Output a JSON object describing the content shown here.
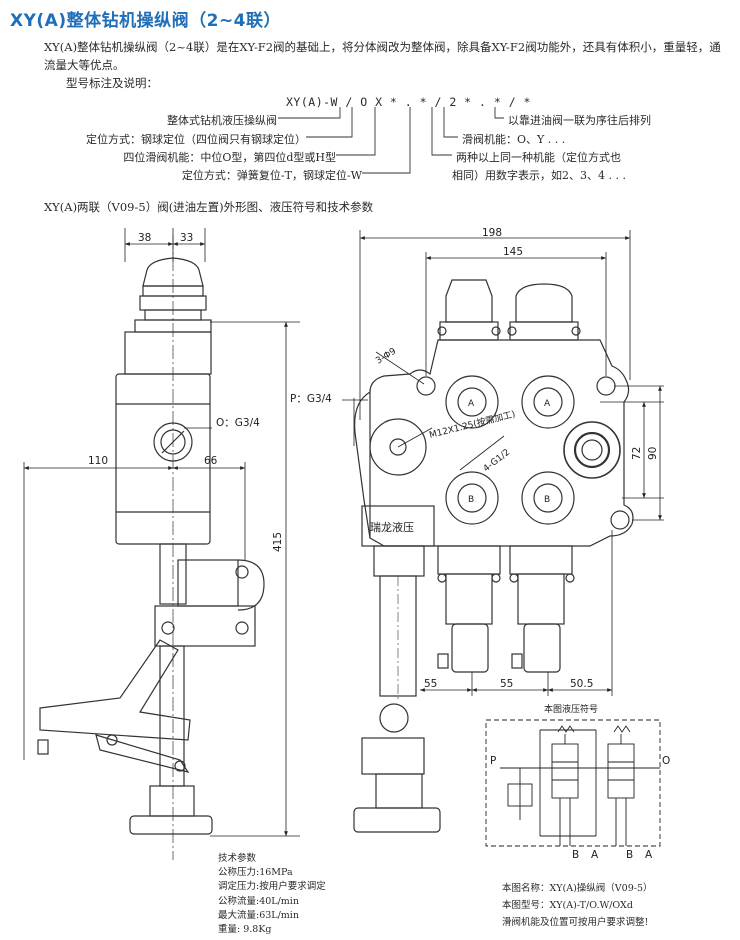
{
  "title": "XY(A)整体钻机操纵阀（2~4联）",
  "intro": "XY(A)整体钻机操纵阀（2~4联）是在XY-F2阀的基础上，将分体阀改为整体阀，除具备XY-F2阀功能外，还具有体积小，重量轻，通流量大等优点。",
  "model_heading": "型号标注及说明：",
  "model_code": "XY(A)-W / O X * . * / 2 * . * / *",
  "model_labels": {
    "integral": "整体式钻机液压操纵阀",
    "positioning1": "定位方式：钢球定位（四位阀只有钢球定位）",
    "four_pos": "四位滑阀机能：中位O型，第四位d型或H型",
    "positioning2": "定位方式：弹簧复位-T，钢球定位-W",
    "order": "以靠进油阀一联为序往后排列",
    "slide": "滑阀机能：O、Y . . .",
    "same_line1": "两种以上同一种机能（定位方式也",
    "same_line2": "相同）用数字表示，如2、3、4 . . ."
  },
  "drawing_heading": "XY(A)两联（V09-5）阀(进油左置)外形图、液压符号和技术参数",
  "dims": {
    "d38": "38",
    "d33": "33",
    "d110": "110",
    "d66": "66",
    "d415": "415",
    "d198": "198",
    "d145": "145",
    "d72": "72",
    "d90": "90",
    "d55a": "55",
    "d55b": "55",
    "d50_5": "50.5"
  },
  "annotations": {
    "port_o": "O：G3/4",
    "port_p": "P：G3/4",
    "holes": "3-Φ9",
    "thread": "M12X1.25(按需加工)",
    "ports": "4-G1/2",
    "port_a": "A",
    "port_b": "B",
    "brand": "瑞龙液压"
  },
  "symbol": {
    "title": "本图液压符号",
    "p": "P",
    "o": "O",
    "b1": "B",
    "a1": "A",
    "b2": "B",
    "a2": "A"
  },
  "tech": {
    "heading": "技术参数",
    "pressure": "公称压力:16MPa",
    "adjust": "调定压力:按用户要求调定",
    "flow": "公称流量:40L/min",
    "max_flow": "最大流量:63L/min",
    "weight": "重量: 9.8Kg"
  },
  "caption": {
    "name": "本图名称：XY(A)操纵阀（V09-5）",
    "model": "本图型号：XY(A)-T/O.W/OXd",
    "note": "滑阀机能及位置可按用户要求调整!"
  }
}
